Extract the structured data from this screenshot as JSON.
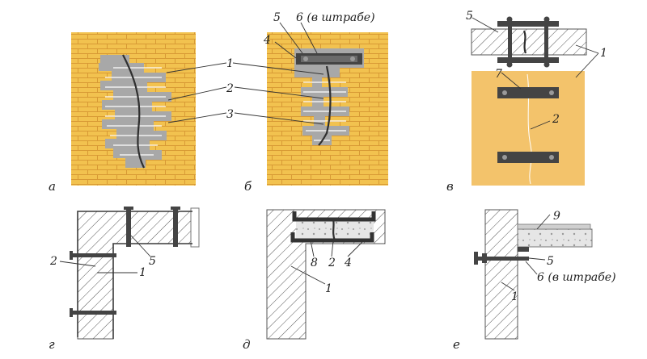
{
  "figure": {
    "panel_letters": {
      "a": "а",
      "b": "б",
      "v": "в",
      "g": "г",
      "d": "д",
      "e": "е"
    },
    "callouts": {
      "c1": "1",
      "c2": "2",
      "c3": "3",
      "c4": "4",
      "c5": "5",
      "c6": "6 (в штрабе)",
      "c7": "7",
      "c8": "8",
      "c9": "9"
    }
  },
  "colors": {
    "brick_fill": "#f2c24f",
    "mortar": "#d89a35",
    "panel_fill": "#f3c36b",
    "section_hatch": "#555555",
    "steel": "#444444"
  }
}
